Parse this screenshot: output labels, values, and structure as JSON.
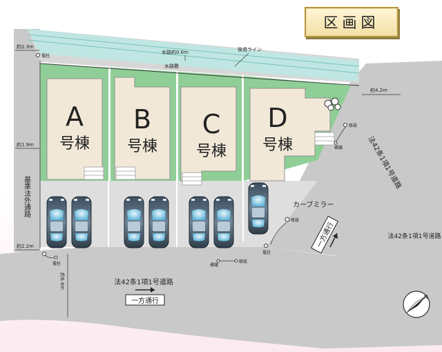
{
  "title": "区画図",
  "water": {
    "width_label": "水路約0.6m",
    "name": "水路敷"
  },
  "setback_line": "後退ライン",
  "widths": {
    "top_left": "約2.3m",
    "top_right": "約4.2m",
    "left_mid": "約1.9m",
    "left_bottom": "約2.2m",
    "bottom_vertical": "約6.4m"
  },
  "roads": {
    "left": "基準法外通路",
    "diagonal": "法42条1項1号道路",
    "right": "法42条1項1号道路",
    "bottom": "法42条1項1号道路",
    "one_way_bottom": "一方通行",
    "one_way_diagonal": "一方通行"
  },
  "utilities": {
    "pole": "電柱",
    "relocate": "移設",
    "sign": "標識"
  },
  "curve_mirror": "カーブミラー",
  "lots": [
    {
      "letter": "A",
      "suffix": "号棟"
    },
    {
      "letter": "B",
      "suffix": "号棟"
    },
    {
      "letter": "C",
      "suffix": "号棟"
    },
    {
      "letter": "D",
      "suffix": "号棟"
    }
  ],
  "compass_letter": "N",
  "colors": {
    "lot_green": "#8fcf97",
    "house_beige": "#f1e8d8",
    "road_gray": "#c9c9c9",
    "water_teal": "#bfe6e2",
    "parking_gray": "#dedede"
  }
}
